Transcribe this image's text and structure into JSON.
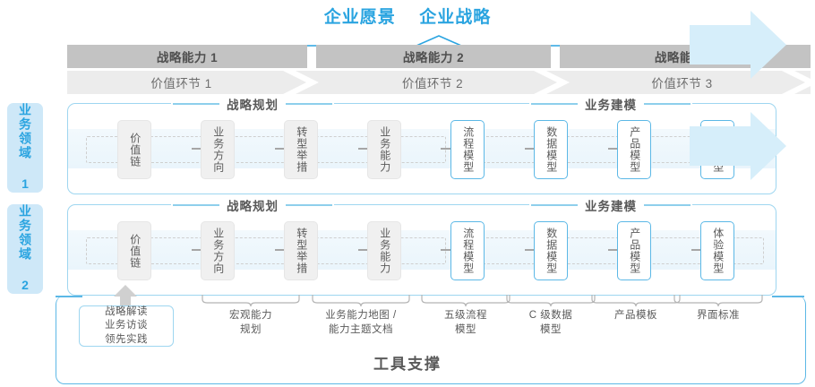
{
  "titles": {
    "vision": "企业愿景",
    "strategy": "企业战略"
  },
  "capabilities": [
    {
      "label": "战略能力 1"
    },
    {
      "label": "战略能力 2"
    },
    {
      "label": "战略能力 3"
    }
  ],
  "value_links": [
    {
      "label": "价值环节 1"
    },
    {
      "label": "价值环节 2"
    },
    {
      "label": "价值环节 3"
    }
  ],
  "side_tabs": [
    {
      "label": "业务领域 1"
    },
    {
      "label": "业务领域 2"
    }
  ],
  "sections": {
    "planning": "战略规划",
    "modeling": "业务建模"
  },
  "nodes": [
    {
      "label": "价值链",
      "style": "grey"
    },
    {
      "label": "业务方向",
      "style": "grey"
    },
    {
      "label": "转型举措",
      "style": "grey"
    },
    {
      "label": "业务能力",
      "style": "grey"
    },
    {
      "label": "流程模型",
      "style": "blue"
    },
    {
      "label": "数据模型",
      "style": "blue"
    },
    {
      "label": "产品模型",
      "style": "blue"
    },
    {
      "label": "体验模型",
      "style": "blue"
    }
  ],
  "annotations": {
    "box": "战略解读\n业务访谈\n领先实践",
    "items": [
      {
        "label": "宏观能力\n规划"
      },
      {
        "label": "业务能力地图 /\n能力主题文档"
      },
      {
        "label": "五级流程\n模型"
      },
      {
        "label": "C 级数据\n模型"
      },
      {
        "label": "产品模板"
      },
      {
        "label": "界面标准"
      }
    ]
  },
  "footer": {
    "label": "工具支撑"
  },
  "colors": {
    "accent": "#2aa4e0",
    "node_border": "#5cb8e6",
    "cap_bar": "#c3c3c3",
    "val_bar": "#ececec",
    "tab_bg": "#cee8f8"
  }
}
